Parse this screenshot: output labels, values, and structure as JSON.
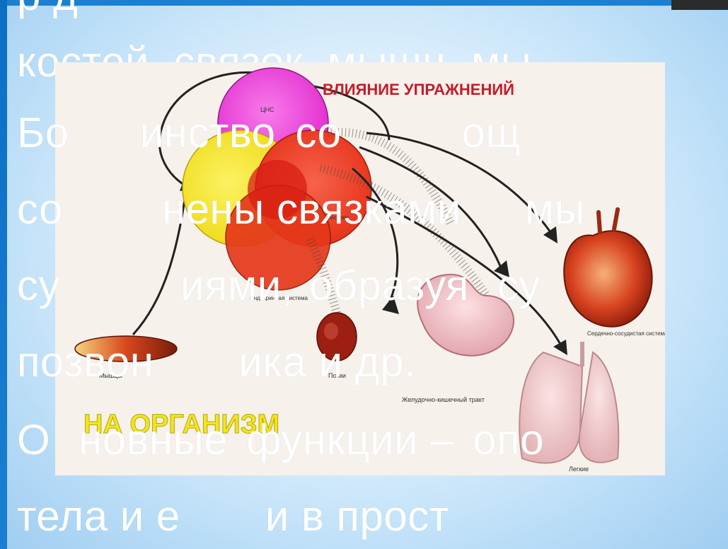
{
  "slide_text": {
    "line0": "р      д",
    "line1": "костей, связок, мышц, мы",
    "line2_a": "Бо",
    "line2_b": "инство",
    "line2_c": "со",
    "line2_d": "ощ",
    "line3_a": "со",
    "line3_b": "нены связками",
    "line3_c": "мы",
    "line4_a": "су",
    "line4_b": "иями,",
    "line4_c": "образуя",
    "line4_d": "су",
    "line5_a": "позвон",
    "line5_b": "ика и др.",
    "line6_a": "О",
    "line6_b": "новные",
    "line6_c": "функции –",
    "line6_d": "опо",
    "line7_a": "тела и е",
    "line7_b": "и в прост"
  },
  "figure": {
    "title": "ВЛИЯНИЕ УПРАЖНЕНИЙ",
    "subtitle": "НА ОРГАНИЗМ",
    "circle_top_label": "ЦНС",
    "circle_right_label": "система",
    "circle_bottom_label": "Эндокринная система",
    "label_muscles": "Мышцы",
    "label_kidney": "Почки",
    "label_stomach": "Желудочно-кишечный тракт",
    "label_heart": "Сердечно-сосудистая система",
    "label_lungs": "Легкие",
    "colors": {
      "magenta": "#ec3fd8",
      "yellow": "#f3e426",
      "red": "#ee3b1e",
      "title_red": "#c41c2a",
      "subtitle_yellow": "#f4e51d"
    }
  }
}
